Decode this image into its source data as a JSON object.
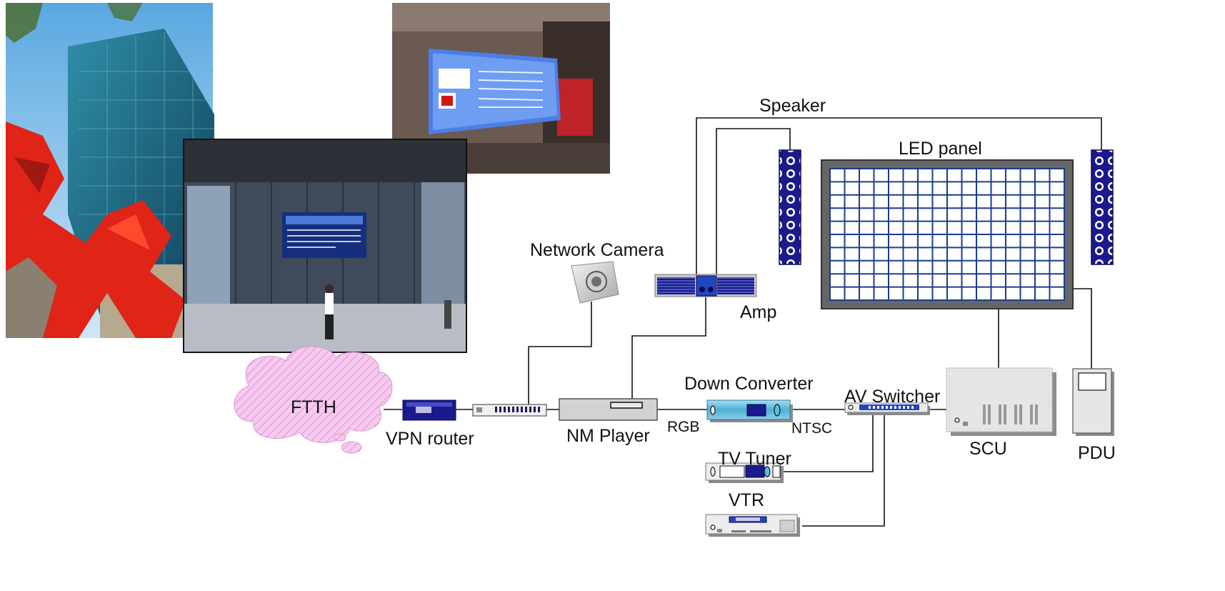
{
  "labels": {
    "speaker": "Speaker",
    "led_panel": "LED panel",
    "network_camera": "Network Camera",
    "amp": "Amp",
    "ftth": "FTTH",
    "vpn_router": "VPN router",
    "nm_player": "NM Player",
    "down_converter": "Down Converter",
    "rgb": "RGB",
    "ntsc": "NTSC",
    "av_switcher": "AV Switcher",
    "scu": "SCU",
    "pdu": "PDU",
    "tv_tuner": "TV Tuner",
    "vtr": "VTR"
  },
  "colors": {
    "line": "#111111",
    "navy": "#1a1a8c",
    "blue": "#2a4fb8",
    "cloud_pink": "#f7c8f0",
    "panel_frame": "#555555",
    "led_grid": "#1c3c8c",
    "device_gray": "#d6d6d6",
    "cyan": "#6fc3df"
  }
}
